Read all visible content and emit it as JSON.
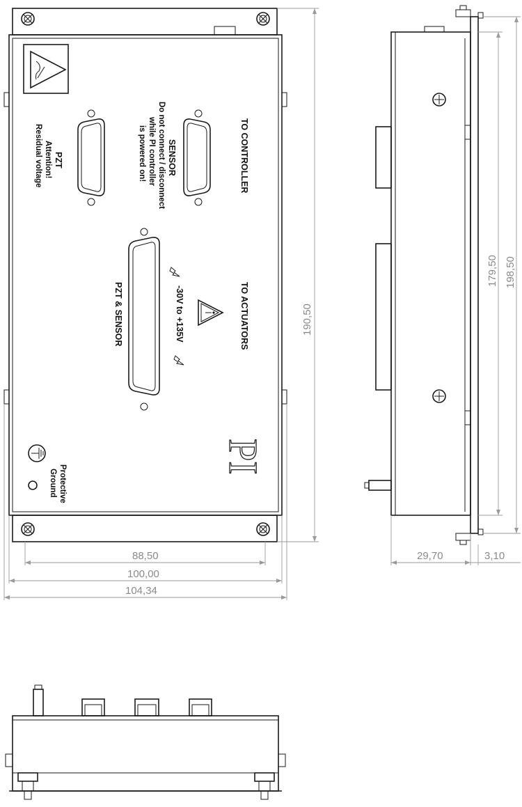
{
  "labels": {
    "to_controller": "TO CONTROLLER",
    "sensor_title": "SENSOR",
    "sensor_line1": "Do not connect / disconnect",
    "sensor_line2": "while PI controller",
    "sensor_line3": "is powered on!",
    "pzt_title": "PZT",
    "pzt_line1": "Attention!",
    "pzt_line2": "Residual voltage",
    "to_actuators": "TO ACTUATORS",
    "voltage": "-30V to +135V",
    "pzt_sensor": "PZT & SENSOR",
    "protective": "Protective",
    "ground": "Ground",
    "logo": "PI"
  },
  "dimensions": {
    "height_total": "190,50",
    "width_inner": "88,50",
    "width_body": "100,00",
    "width_total": "104,34",
    "side_inner": "179,50",
    "side_outer": "198,50",
    "depth": "29,70",
    "flange": "3,10"
  },
  "icons": [
    "esd-warning-icon",
    "high-voltage-warning-icon",
    "lightning-bolt-icon",
    "protective-ground-icon",
    "screw-icon"
  ]
}
